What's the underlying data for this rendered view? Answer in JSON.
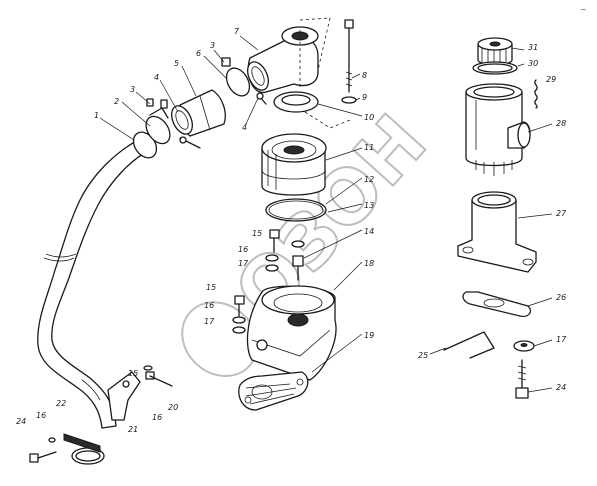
{
  "watermark": {
    "text": "ОЗОН"
  },
  "corner_mark": "~",
  "callouts": [
    {
      "id": "c1",
      "text": "1"
    },
    {
      "id": "c2",
      "text": "2"
    },
    {
      "id": "c3a",
      "text": "3"
    },
    {
      "id": "c4a",
      "text": "4"
    },
    {
      "id": "c5",
      "text": "5"
    },
    {
      "id": "c6",
      "text": "6"
    },
    {
      "id": "c3b",
      "text": "3"
    },
    {
      "id": "c4b",
      "text": "4"
    },
    {
      "id": "c7",
      "text": "7"
    },
    {
      "id": "c8",
      "text": "8"
    },
    {
      "id": "c9",
      "text": "9"
    },
    {
      "id": "c10",
      "text": "10"
    },
    {
      "id": "c11",
      "text": "11"
    },
    {
      "id": "c12",
      "text": "12"
    },
    {
      "id": "c13",
      "text": "13"
    },
    {
      "id": "c14",
      "text": "14"
    },
    {
      "id": "c15a",
      "text": "15"
    },
    {
      "id": "c16a",
      "text": "16"
    },
    {
      "id": "c17a",
      "text": "17"
    },
    {
      "id": "c18",
      "text": "18"
    },
    {
      "id": "c15b",
      "text": "15"
    },
    {
      "id": "c16b",
      "text": "16"
    },
    {
      "id": "c17b",
      "text": "17"
    },
    {
      "id": "c19",
      "text": "19"
    },
    {
      "id": "c21",
      "text": "21"
    },
    {
      "id": "c16c",
      "text": "16"
    },
    {
      "id": "c15c",
      "text": "15"
    },
    {
      "id": "c20",
      "text": "20"
    },
    {
      "id": "c22",
      "text": "22"
    },
    {
      "id": "c16d",
      "text": "16"
    },
    {
      "id": "c24a",
      "text": "24"
    },
    {
      "id": "c31",
      "text": "31"
    },
    {
      "id": "c30",
      "text": "30"
    },
    {
      "id": "c29",
      "text": "29"
    },
    {
      "id": "c28",
      "text": "28"
    },
    {
      "id": "c27",
      "text": "27"
    },
    {
      "id": "c26",
      "text": "26"
    },
    {
      "id": "c25",
      "text": "25"
    },
    {
      "id": "c17c",
      "text": "17"
    },
    {
      "id": "c24b",
      "text": "24"
    }
  ]
}
